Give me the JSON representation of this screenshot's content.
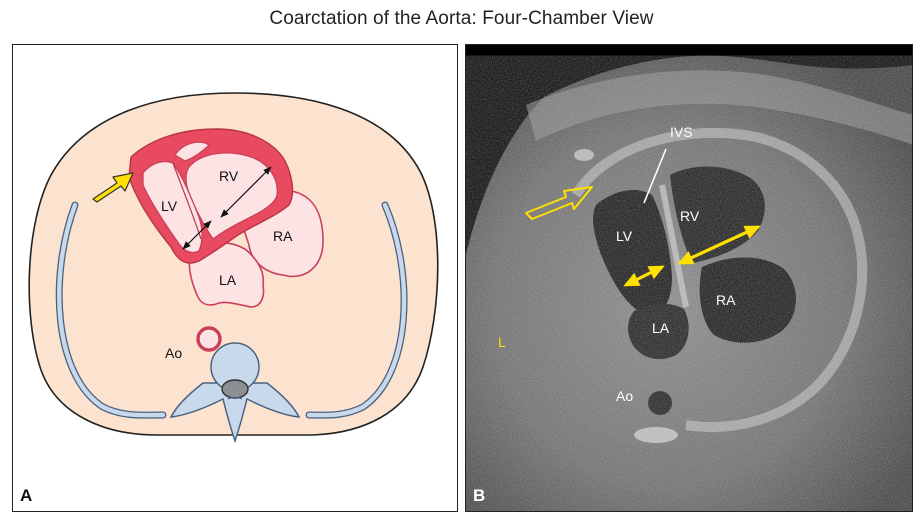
{
  "title": "Coarctation of the Aorta: Four-Chamber View",
  "panel_a": {
    "letter": "A",
    "labels": {
      "lv": "LV",
      "rv": "RV",
      "ra": "RA",
      "la": "LA",
      "ao": "Ao"
    }
  },
  "panel_b": {
    "letter": "B",
    "labels": {
      "ivs": "IVS",
      "lv": "LV",
      "rv": "RV",
      "ra": "RA",
      "la": "LA",
      "ao": "Ao",
      "orientation": "L"
    }
  },
  "colors": {
    "body": "#fbe3cf",
    "heart_fill": "#fde3e3",
    "myocardium": "#e84a60",
    "heart_stroke": "#c9405a",
    "rib": "#c9d9ec",
    "rib_stroke": "#4a6280",
    "arrow_yellow": "#ffe000"
  }
}
